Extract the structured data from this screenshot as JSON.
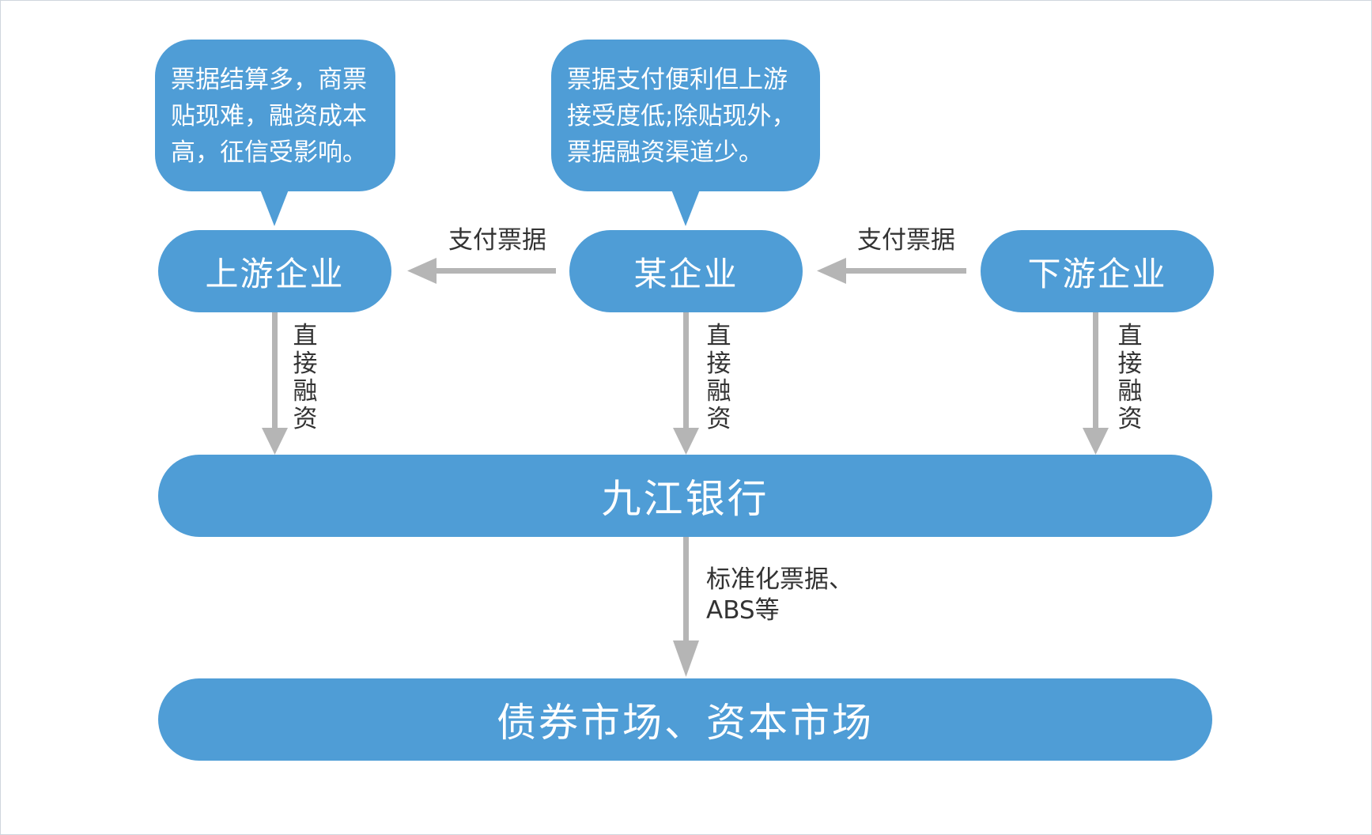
{
  "bubbles": {
    "upstream_note": [
      "票据结算多，商票",
      "贴现难，融资成本",
      "高，征信受影响。"
    ],
    "company_note": [
      "票据支付便利但上游",
      "接受度低;除贴现外，",
      "票据融资渠道少。"
    ]
  },
  "nodes": {
    "upstream": "上游企业",
    "company": "某企业",
    "downstream": "下游企业",
    "bank": "九江银行",
    "market": "债券市场、资本市场"
  },
  "edges": {
    "pay_bill_left": "支付票据",
    "pay_bill_right": "支付票据",
    "direct_financing": [
      "直",
      "接",
      "融",
      "资"
    ],
    "bank_to_market": [
      "标准化票据、",
      "ABS等"
    ]
  },
  "colors": {
    "node_fill": "#4f9dd6",
    "arrow": "#b5b5b5",
    "label_text": "#333333"
  }
}
